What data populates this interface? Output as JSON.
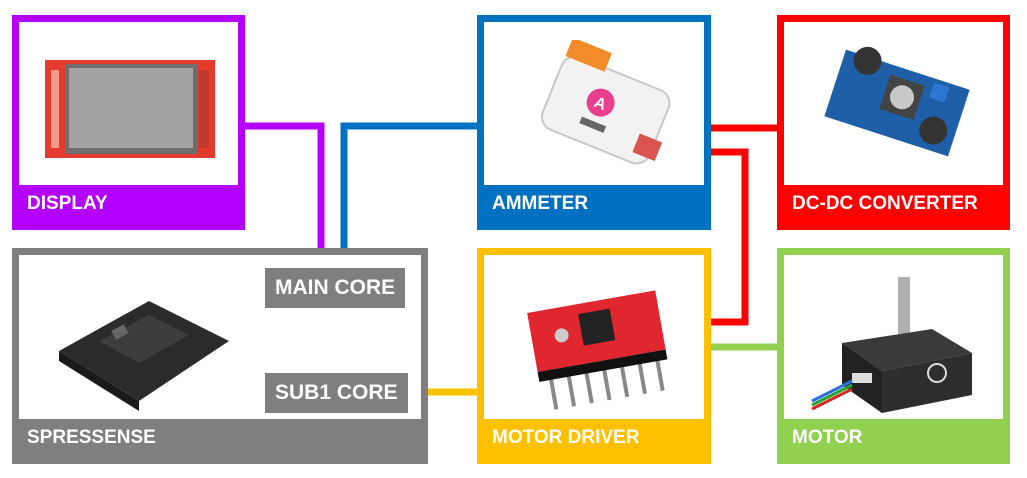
{
  "colors": {
    "display": "#b300ff",
    "ammeter": "#0070c0",
    "converter": "#ff0000",
    "spressense": "#7f7f7f",
    "driver": "#ffc000",
    "motor": "#92d050"
  },
  "nodes": {
    "display": {
      "label": "DISPLAY",
      "icon": "tft-display-module-icon"
    },
    "ammeter": {
      "label": "AMMETER",
      "icon": "ammeter-unit-icon"
    },
    "converter": {
      "label": "DC-DC CONVERTER",
      "icon": "dc-dc-converter-board-icon"
    },
    "spressense": {
      "label": "SPRESSENSE",
      "icon": "spresense-board-icon"
    },
    "driver": {
      "label": "MOTOR DRIVER",
      "icon": "stepper-driver-board-icon"
    },
    "motor": {
      "label": "MOTOR",
      "icon": "stepper-motor-icon"
    }
  },
  "cores": {
    "main": "MAIN CORE",
    "sub1": "SUB1 CORE"
  }
}
